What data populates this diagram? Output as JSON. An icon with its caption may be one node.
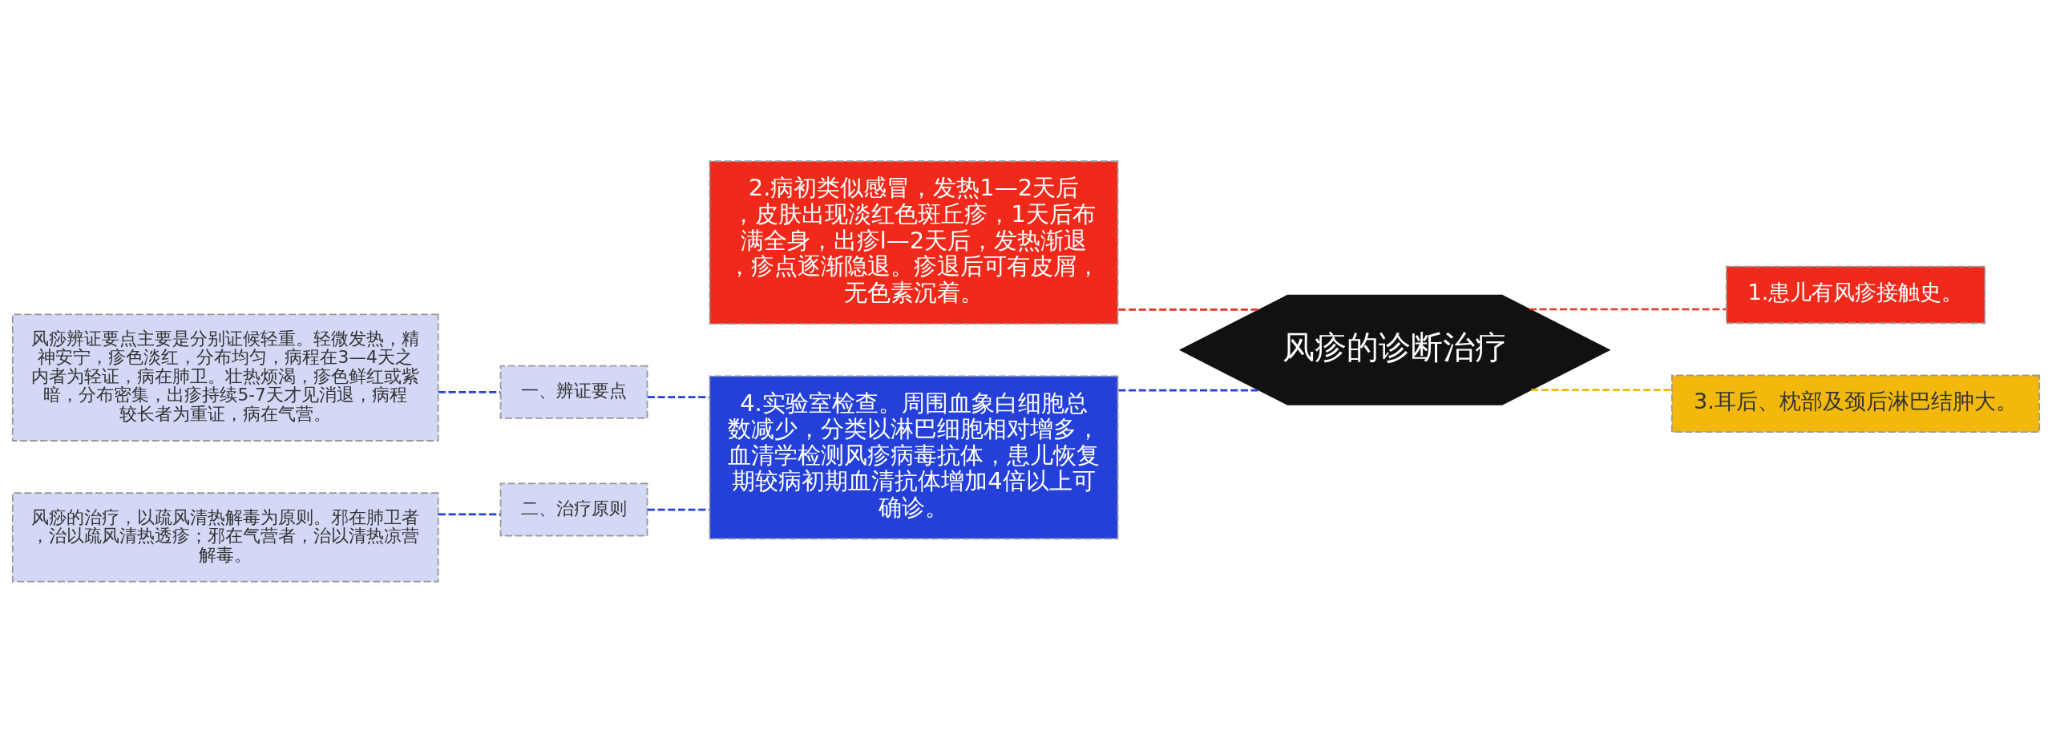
{
  "diagram": {
    "nodes": [
      {
        "text": [
          "风疹的诊断治疗"
        ]
      },
      {
        "text": [
          "2.病初类似感冒，发热1—2天后，皮肤出现淡红色斑丘疹，1天后布满全身，出疹l—2天后，发热渐退，疹点逐渐隐退。疹退后可有皮屑，无色素沉着。"
        ]
      },
      {
        "text": [
          "4.实验室检查。周围血象白细胞总数减少，分类以淋巴细胞相对增多，血清学检测风疹病毒抗体，患儿恢复期较病初期血清抗体增加4倍以上可确诊。"
        ]
      },
      {
        "text": [
          "1.患儿有风疹接触史。"
        ]
      },
      {
        "text": [
          "3.耳后、枕部及颈后淋巴结肿大。"
        ]
      },
      {
        "text": [
          "一、辨证要点"
        ]
      },
      {
        "text": [
          "二、治疗原则"
        ]
      },
      {
        "text": [
          "风痧辨证要点主要是分别证候轻重。轻微发热，精神安宁，疹色淡红，分布均匀，病程在3—4天之内者为轻证，病在肺卫。壮热烦渴，疹色鲜红或紫暗，分布密集，出疹持续5-7天才见消退，病程较长者为重证，病在气营。"
        ]
      },
      {
        "text": [
          "风痧的治疗，以疏风清热解毒为原则。邪在肺卫者，治以疏风清热透疹；邪在气营者，治以清热凉营解毒。"
        ]
      }
    ],
    "edges": [
      {
        "from": 0,
        "to": 1,
        "arrow": "none",
        "style": "dashed",
        "color": "#e53423"
      },
      {
        "from": 0,
        "to": 2,
        "arrow": "none",
        "style": "dashed"
      },
      {
        "from": 0,
        "to": 3,
        "arrow": "none",
        "style": "dashed",
        "color": "#e53423"
      },
      {
        "from": 0,
        "to": 4,
        "arrow": "none",
        "style": "dashed",
        "color": "#f0b90a"
      },
      {
        "from": 2,
        "to": 5,
        "arrow": "none",
        "style": "dashed"
      },
      {
        "from": 2,
        "to": 6,
        "arrow": "none",
        "style": "dashed"
      },
      {
        "from": 5,
        "to": 7,
        "arrow": "none",
        "style": "dashed"
      },
      {
        "from": 6,
        "to": 8,
        "arrow": "none",
        "style": "dashed"
      }
    ]
  }
}
